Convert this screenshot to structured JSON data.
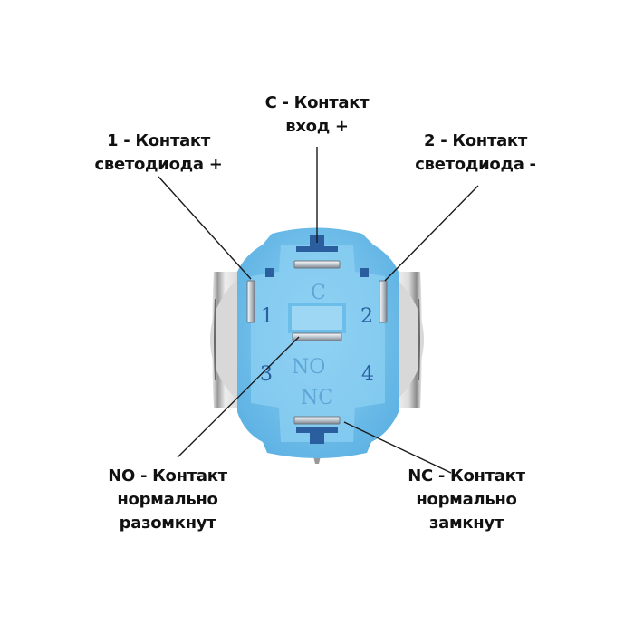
{
  "labels": {
    "c": {
      "line1": "C - Контакт",
      "line2": "вход +"
    },
    "led_plus": {
      "line1": "1 - Контакт",
      "line2": "светодиода +"
    },
    "led_minus": {
      "line1": "2 - Контакт",
      "line2": "светодиода -"
    },
    "no": {
      "line1": "NO - Контакт",
      "line2": "нормально",
      "line3": "разомкнут"
    },
    "nc": {
      "line1": "NC - Контакт",
      "line2": "нормально",
      "line3": "замкнут"
    }
  },
  "markings": {
    "pin1": "1",
    "pin2": "2",
    "pin3": "3",
    "pin4": "4",
    "c": "C",
    "no": "NO",
    "nc": "NC"
  },
  "colors": {
    "housing_blue": "#79c4ee",
    "housing_light": "#a9dcf6",
    "pin_slot": "#2a5e9e",
    "metal": "#c9c9c9",
    "leader_line": "#1a1a1a"
  }
}
